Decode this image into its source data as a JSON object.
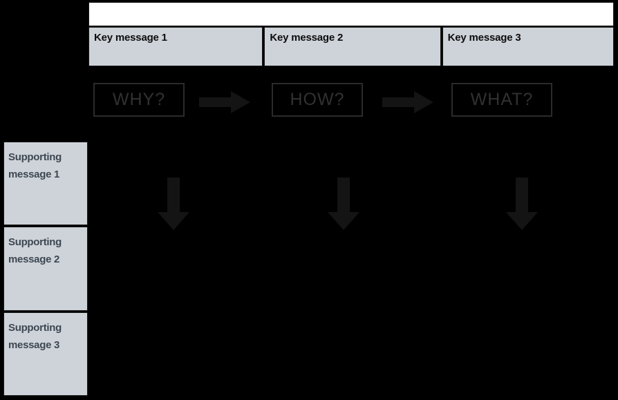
{
  "diagram": {
    "title_banner": {
      "text": "",
      "background": "#ffffff"
    },
    "key_messages": [
      {
        "label": "Key message 1"
      },
      {
        "label": "Key message 2"
      },
      {
        "label": "Key message 3"
      }
    ],
    "question_boxes": [
      {
        "label": "WHY?"
      },
      {
        "label": "HOW?"
      },
      {
        "label": "WHAT?"
      }
    ],
    "flow_arrows": [
      {
        "name": "arrow-right-1",
        "direction": "right"
      },
      {
        "name": "arrow-right-2",
        "direction": "right"
      }
    ],
    "down_arrows": [
      {
        "name": "arrow-down-1",
        "direction": "down"
      },
      {
        "name": "arrow-down-2",
        "direction": "down"
      },
      {
        "name": "arrow-down-3",
        "direction": "down"
      }
    ],
    "supporting_messages": [
      {
        "line1": "Supporting",
        "line2": "message 1"
      },
      {
        "line1": "Supporting",
        "line2": "message 2"
      },
      {
        "line1": "Supporting",
        "line2": "message 3"
      }
    ],
    "colors": {
      "background": "#000000",
      "cell_fill": "#ced3d9",
      "cell_border": "#171717",
      "key_text": "#0d0d0d",
      "support_text": "#3d4752",
      "question_text": "#313131",
      "question_border": "#2b2b2b",
      "arrow_fill": "#141414",
      "banner_fill": "#ffffff"
    }
  }
}
